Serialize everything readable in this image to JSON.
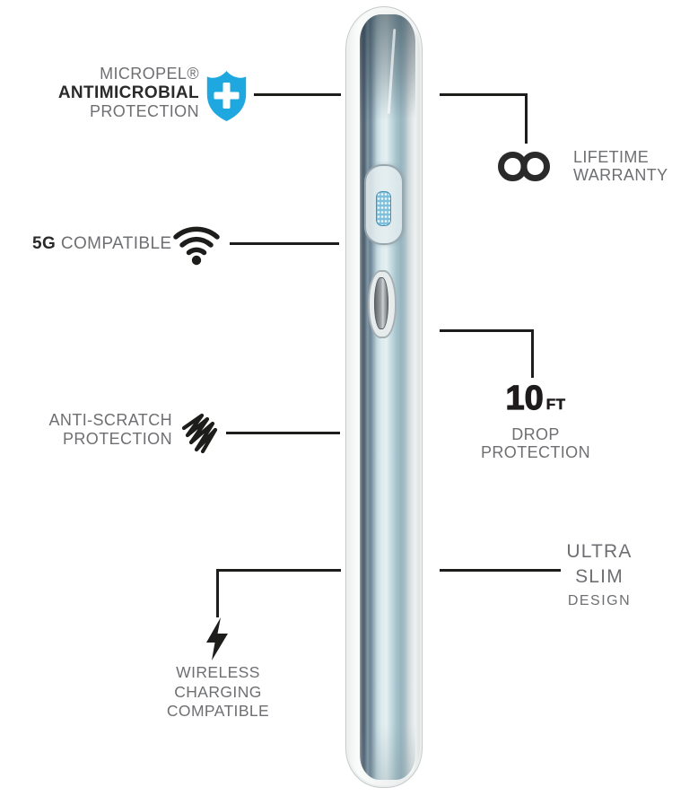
{
  "page": {
    "background": "#ffffff"
  },
  "colors": {
    "text_gray": "#6e6f72",
    "text_dark": "#2b2a2a",
    "callout_line": "#1d1d1b",
    "shield_blue": "#1fa8e0",
    "case_button_blue": "#7fc0dc",
    "phone_body_blue": "#a9c3cc"
  },
  "features": {
    "antimicrobial": {
      "brand": "MICROPEL®",
      "title": "ANTIMICROBIAL",
      "subtitle": "PROTECTION",
      "icon": "shield-cross-icon"
    },
    "warranty": {
      "line1": "LIFETIME",
      "line2": "WARRANTY",
      "icon": "infinity-icon"
    },
    "five_g": {
      "highlight": "5G",
      "label": " COMPATIBLE",
      "icon": "wifi-icon"
    },
    "drop_protection": {
      "value": "10",
      "unit": "FT",
      "line1": "DROP",
      "line2": "PROTECTION"
    },
    "anti_scratch": {
      "line1": "ANTI-SCRATCH",
      "line2": "PROTECTION",
      "icon": "scratch-scribble-icon"
    },
    "ultra_slim": {
      "line1": "ULTRA",
      "line2": "SLIM",
      "line3": "DESIGN"
    },
    "wireless": {
      "line1": "WIRELESS",
      "line2": "CHARGING",
      "line3": "COMPATIBLE",
      "icon": "lightning-bolt-icon"
    }
  }
}
